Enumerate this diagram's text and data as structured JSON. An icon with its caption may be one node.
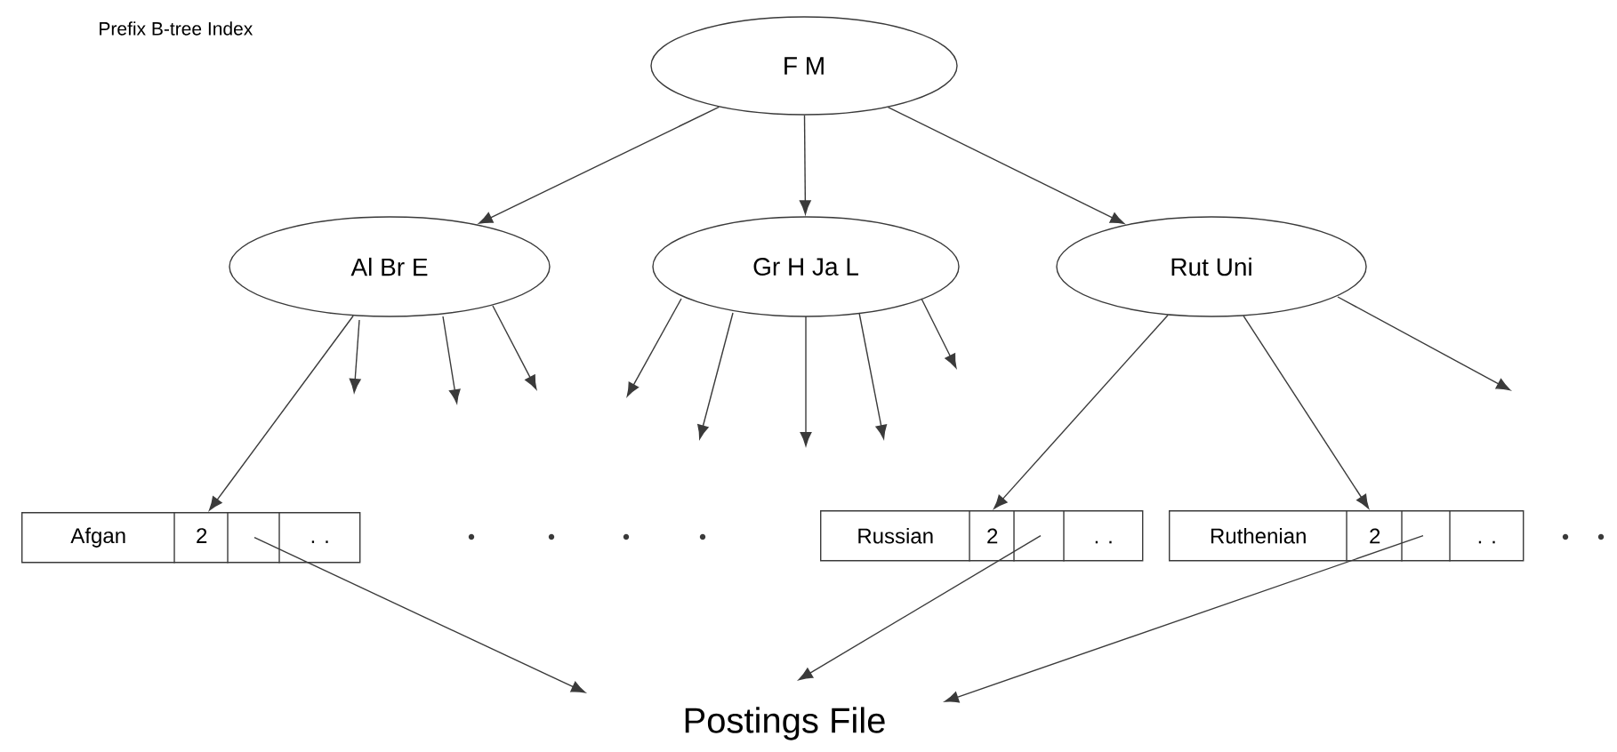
{
  "diagram": {
    "title": "Prefix B-tree Index",
    "nodes": [
      {
        "text": [
          "F  M"
        ]
      },
      {
        "text": [
          "Al  Br  E"
        ]
      },
      {
        "text": [
          "Gr  H  Ja  L"
        ]
      },
      {
        "text": [
          "Rut  Uni"
        ]
      },
      {
        "text": [
          "Afgan",
          "2",
          ". ."
        ]
      },
      {
        "text": [
          "Russian",
          "2",
          ". ."
        ]
      },
      {
        "text": [
          "Ruthenian",
          "2",
          ". ."
        ]
      },
      {
        "text": [
          "Postings File"
        ]
      }
    ],
    "edges": [
      {
        "from": 0,
        "to": 1,
        "arrow": "to"
      },
      {
        "from": 0,
        "to": 2,
        "arrow": "to"
      },
      {
        "from": 0,
        "to": 3,
        "arrow": "to"
      },
      {
        "from": 1,
        "to": 4,
        "arrow": "to"
      },
      {
        "from": 1,
        "to": null,
        "arrow": "to"
      },
      {
        "from": 1,
        "to": null,
        "arrow": "to"
      },
      {
        "from": 1,
        "to": null,
        "arrow": "to"
      },
      {
        "from": 2,
        "to": null,
        "arrow": "to"
      },
      {
        "from": 2,
        "to": null,
        "arrow": "to"
      },
      {
        "from": 2,
        "to": null,
        "arrow": "to"
      },
      {
        "from": 2,
        "to": null,
        "arrow": "to"
      },
      {
        "from": 2,
        "to": null,
        "arrow": "to"
      },
      {
        "from": 3,
        "to": 5,
        "arrow": "to"
      },
      {
        "from": 3,
        "to": 6,
        "arrow": "to"
      },
      {
        "from": 3,
        "to": null,
        "arrow": "to"
      },
      {
        "from": 4,
        "to": 7,
        "arrow": "to"
      },
      {
        "from": 5,
        "to": 7,
        "arrow": "to"
      },
      {
        "from": 6,
        "to": 7,
        "arrow": "to"
      }
    ]
  }
}
